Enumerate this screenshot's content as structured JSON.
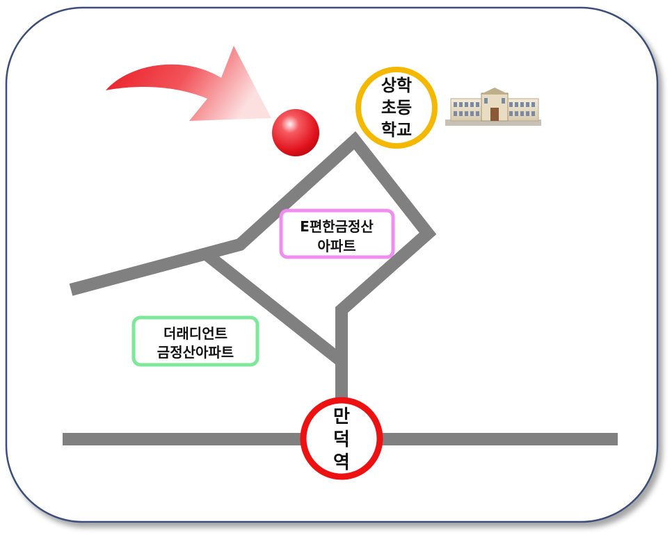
{
  "map": {
    "colors": {
      "road": "#808080",
      "frame_border": "#3a4f7a",
      "arrow": "#ee2222",
      "marker": "#e8141e",
      "school_circle": "#f5b800",
      "station_circle": "#ee1111",
      "apt_east_border": "#f08ef0",
      "apt_west_border": "#7ee89a"
    },
    "school": {
      "name_lines": [
        "상학",
        "초등",
        "학교"
      ],
      "icon": "school-building-icon"
    },
    "station": {
      "name_lines": [
        "만",
        "덕",
        "역"
      ]
    },
    "apartment_east": {
      "name_lines": [
        "E편한금정산",
        "아파트"
      ]
    },
    "apartment_west": {
      "name_lines": [
        "더래디언트",
        "금정산아파트"
      ]
    },
    "location_marker": {
      "icon": "red-dot-marker-icon"
    },
    "pointer_arrow": {
      "icon": "curved-arrow-icon"
    }
  }
}
